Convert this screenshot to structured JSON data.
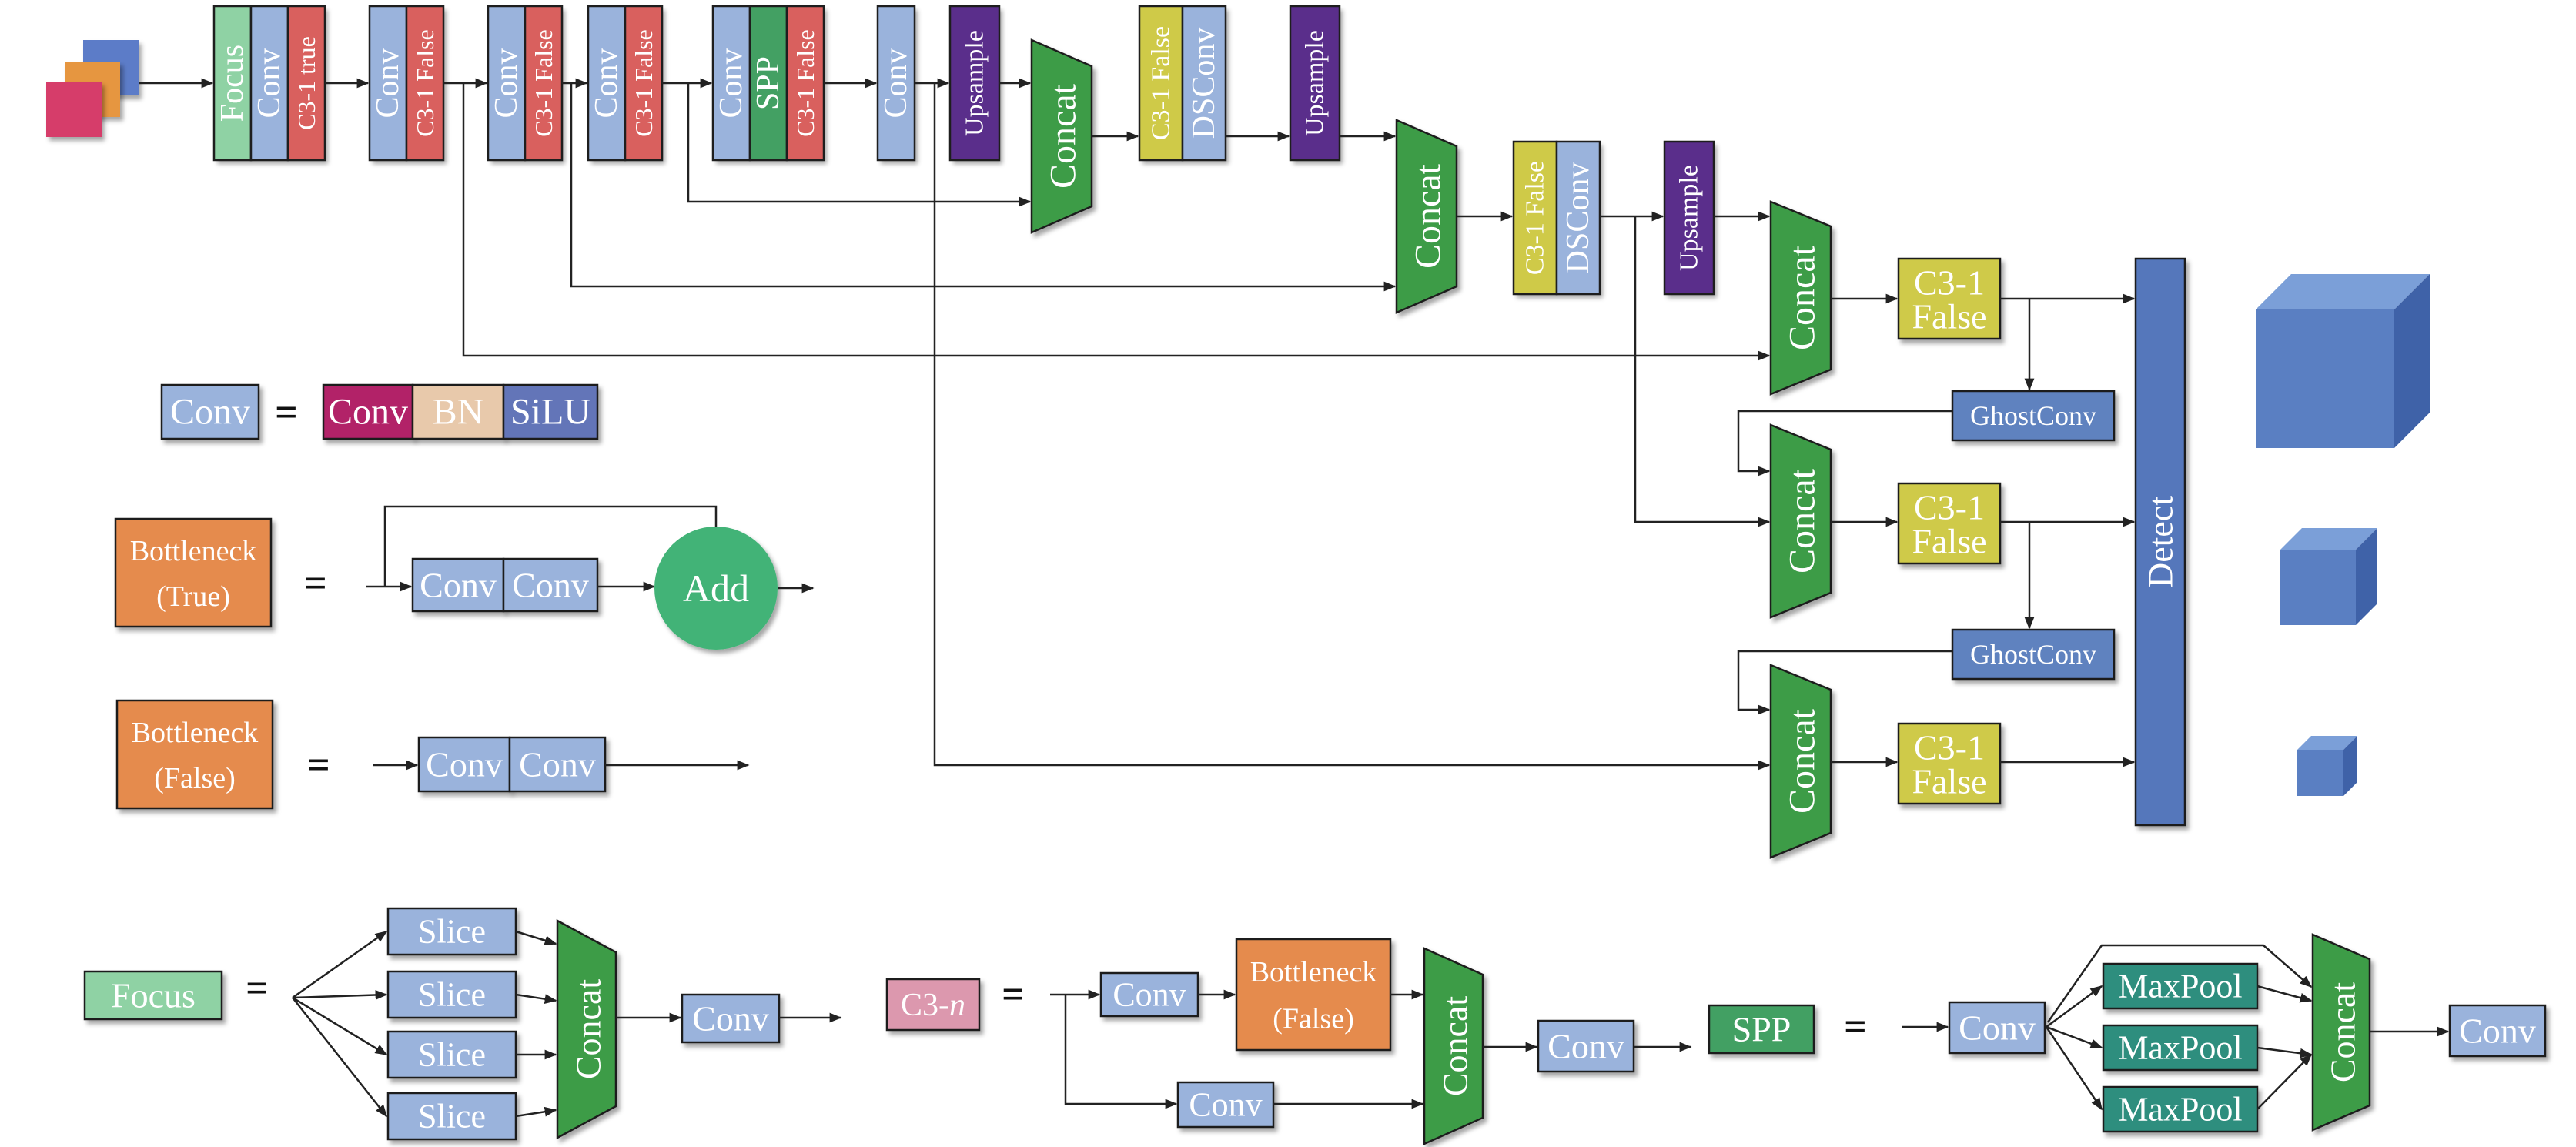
{
  "colors": {
    "conv": "#9ab3dc",
    "c3": "#d9605e",
    "focus": "#8fd2a4",
    "spp": "#43a063",
    "concat": "#3d9c47",
    "upsample": "#5a2e8b",
    "c3false": "#cfca48",
    "ghost": "#5f82bf",
    "detect": "#5577bb",
    "bottleneck": "#e58b4e",
    "maxpool": "#2d8e7e",
    "convfuse": "#b22168",
    "bn": "#e8c9ab",
    "silu": "#6375b8",
    "add": "#43b377",
    "c3n": "#dc98ae"
  },
  "labels": {
    "focus": "Focus",
    "conv": "Conv",
    "c3_1_true": "C3-1 true",
    "c3_1_false": "C3-1 False",
    "spp": "SPP",
    "upsample": "Upsample",
    "concat": "Concat",
    "dsconv": "DSConv",
    "c3_1": "C3-1",
    "false": "False",
    "ghostconv": "GhostConv",
    "detect": "Detect",
    "bn": "BN",
    "silu": "SiLU",
    "equals": "=",
    "bottleneck": "Bottleneck",
    "true_paren": "(True)",
    "false_paren": "(False)",
    "add": "Add",
    "slice": "Slice",
    "c3_prefix": "C3-",
    "c3_n": "n",
    "maxpool": "MaxPool"
  }
}
